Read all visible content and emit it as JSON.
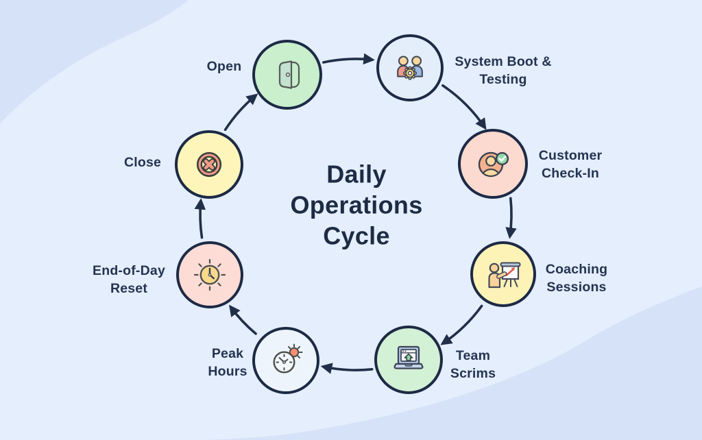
{
  "title": {
    "text": "Daily Operations Cycle",
    "line1": "Daily",
    "line2": "Operations",
    "line3": "Cycle"
  },
  "nodes": [
    {
      "label": "Open",
      "lines": [
        "Open"
      ],
      "icon": "door-icon",
      "fill": "#c9efcd"
    },
    {
      "label": "System Boot & Testing",
      "lines": [
        "System Boot &",
        "Testing"
      ],
      "icon": "team-gear-icon",
      "fill": "#e3eefa"
    },
    {
      "label": "Customer Check-In",
      "lines": [
        "Customer",
        "Check-In"
      ],
      "icon": "customer-check-icon",
      "fill": "#fcdacf"
    },
    {
      "label": "Coaching Sessions",
      "lines": [
        "Coaching",
        "Sessions"
      ],
      "icon": "presentation-icon",
      "fill": "#fdf3b7"
    },
    {
      "label": "Team Scrims",
      "lines": [
        "Team",
        "Scrims"
      ],
      "icon": "laptop-upload-icon",
      "fill": "#d3f1d5"
    },
    {
      "label": "Peak Hours",
      "lines": [
        "Peak",
        "Hours"
      ],
      "icon": "clock-sun-icon",
      "fill": "#eef4fc"
    },
    {
      "label": "End-of-Day Reset",
      "lines": [
        "End-of-Day",
        "Reset"
      ],
      "icon": "sunset-clock-icon",
      "fill": "#fcdcd4"
    },
    {
      "label": "Close",
      "lines": [
        "Close"
      ],
      "icon": "cancel-circle-icon",
      "fill": "#fdf5ba"
    }
  ],
  "cycle_order": [
    "Open",
    "System Boot & Testing",
    "Customer Check-In",
    "Coaching Sessions",
    "Team Scrims",
    "Peak Hours",
    "End-of-Day Reset",
    "Close"
  ],
  "palette": {
    "background": "#e4eefc",
    "background_wave": "#d6e2f8",
    "node_outline": "#1d2a45",
    "arrow": "#222f48",
    "text": "#243350",
    "title_text": "#1d2b43"
  }
}
